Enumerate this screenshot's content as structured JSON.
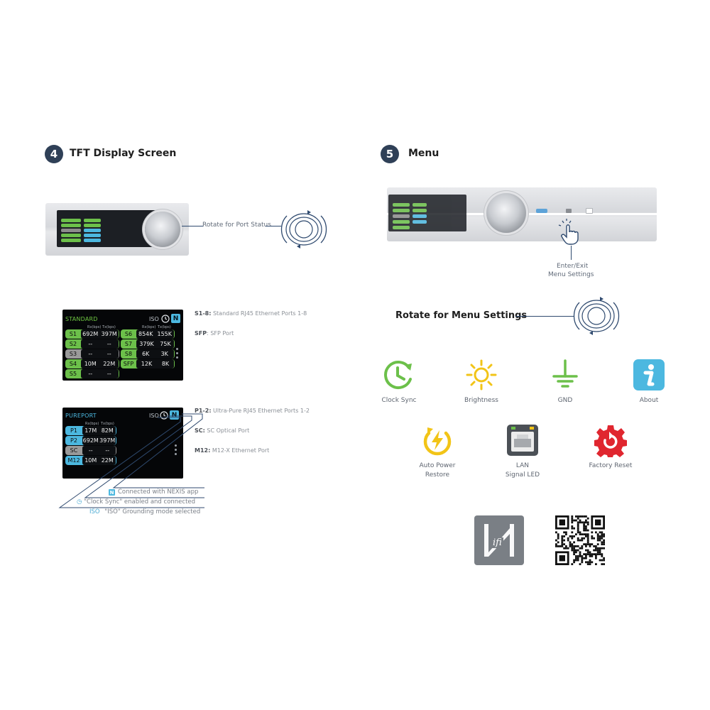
{
  "sections": {
    "tft": {
      "number": "4",
      "title": "TFT Display Screen"
    },
    "menu": {
      "number": "5",
      "title": "Menu"
    }
  },
  "labels": {
    "rotate_port_status": "Rotate for Port Status",
    "enter_exit_line1": "Enter/Exit",
    "enter_exit_line2": "Menu Settings",
    "rotate_menu_settings": "Rotate for Menu Settings"
  },
  "standard_screen": {
    "title": "STANDARD",
    "iso": "ISO",
    "nexis_glyph": "N",
    "headers": [
      "Rx(bps)",
      "Tx(bps)"
    ],
    "left_ports": [
      {
        "name": "S1",
        "rx": "692M",
        "tx": "397M",
        "color": "#6cc04a"
      },
      {
        "name": "S2",
        "rx": "--",
        "tx": "--",
        "color": "#6cc04a"
      },
      {
        "name": "S3",
        "rx": "--",
        "tx": "--",
        "color": "#9a9a9a"
      },
      {
        "name": "S4",
        "rx": "10M",
        "tx": "22M",
        "color": "#6cc04a"
      },
      {
        "name": "S5",
        "rx": "--",
        "tx": "--",
        "color": "#6cc04a"
      }
    ],
    "right_ports": [
      {
        "name": "S6",
        "rx": "854K",
        "tx": "155K",
        "color": "#6cc04a"
      },
      {
        "name": "S7",
        "rx": "379K",
        "tx": "75K",
        "color": "#6cc04a"
      },
      {
        "name": "S8",
        "rx": "6K",
        "tx": "3K",
        "color": "#6cc04a"
      },
      {
        "name": "SFP",
        "rx": "12K",
        "tx": "8K",
        "color": "#6cc04a"
      }
    ]
  },
  "pureport_screen": {
    "title": "PUREPORT",
    "iso": "ISO",
    "nexis_glyph": "N",
    "headers": [
      "Rx(bps)",
      "Tx(bps)"
    ],
    "ports": [
      {
        "name": "P1",
        "rx": "17M",
        "tx": "82M",
        "color": "#4cb8e0"
      },
      {
        "name": "P2",
        "rx": "692M",
        "tx": "397M",
        "color": "#4cb8e0"
      },
      {
        "name": "SC",
        "rx": "--",
        "tx": "--",
        "color": "#9a9a9a"
      },
      {
        "name": "M12",
        "rx": "10M",
        "tx": "22M",
        "color": "#4cb8e0"
      }
    ]
  },
  "descriptions_standard": [
    {
      "key": "S1-8:",
      "text": " Standard RJ45 Ethernet Ports 1-8"
    },
    {
      "key": "SFP",
      "text": ": SFP Port"
    }
  ],
  "descriptions_pureport": [
    {
      "key": "P1-2:",
      "text": " Ultra-Pure RJ45 Ethernet Ports 1-2"
    },
    {
      "key": "SC:",
      "text": " SC Optical Port"
    },
    {
      "key": "M12:",
      "text": " M12-X Ethernet Port"
    }
  ],
  "legend": [
    {
      "icon": "N",
      "text": "Connected with NEXIS app"
    },
    {
      "icon": "◷",
      "text": "\"Clock Sync\" enabled and connected"
    },
    {
      "icon": "ISO",
      "text": "\"ISO\" Grounding mode selected"
    }
  ],
  "menu_items_row1": [
    {
      "label": "Clock Sync",
      "icon": "clock-sync-icon",
      "color": "#6cc04a"
    },
    {
      "label": "Brightness",
      "icon": "sun-icon",
      "color": "#f2c417"
    },
    {
      "label": "GND",
      "icon": "ground-icon",
      "color": "#6cc04a"
    },
    {
      "label": "About",
      "icon": "info-icon",
      "color": "#4cb8e0"
    }
  ],
  "menu_items_row2": [
    {
      "label1": "Auto Power",
      "label2": "Restore",
      "icon": "power-restore-icon",
      "color": "#f2c417"
    },
    {
      "label1": "LAN",
      "label2": "Signal LED",
      "icon": "lan-port-icon",
      "color": "#555a60"
    },
    {
      "label1": "Factory Reset",
      "label2": "",
      "icon": "factory-reset-icon",
      "color": "#e0262f"
    }
  ],
  "logo_text": "ifi",
  "colors": {
    "accent_navy": "#2f4057",
    "green": "#6cc04a",
    "yellow": "#f2c417",
    "blue": "#4cb8e0",
    "red": "#e0262f"
  }
}
